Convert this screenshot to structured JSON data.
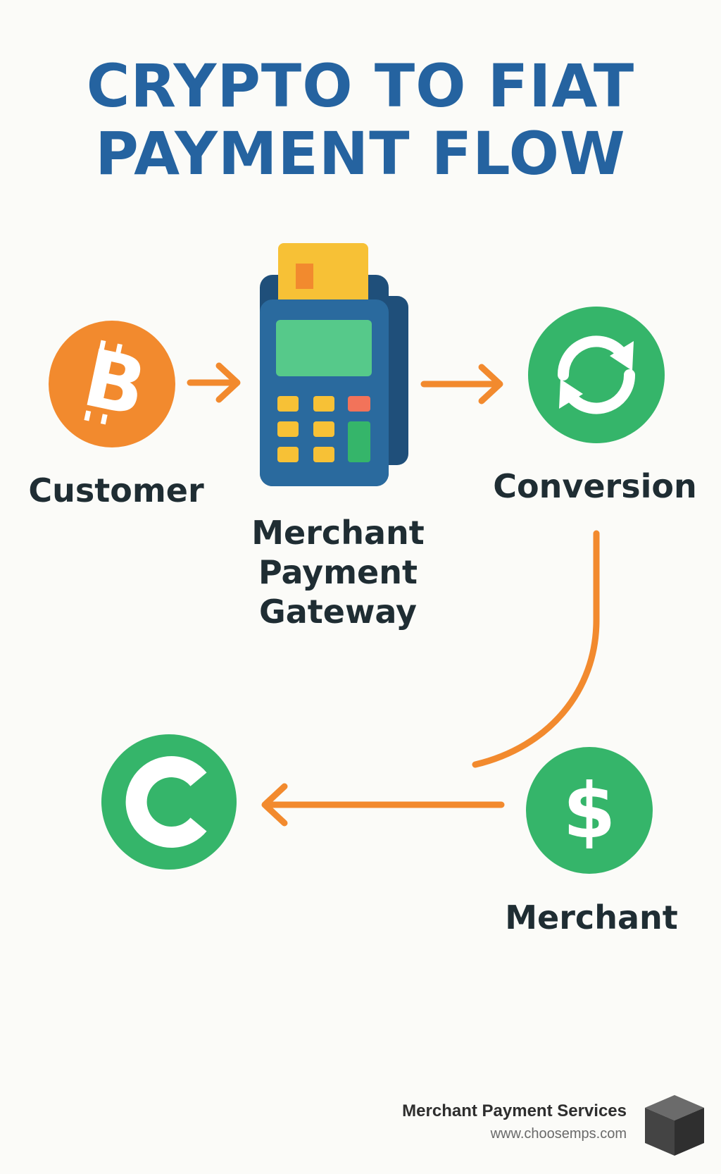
{
  "title": {
    "line1": "CRYPTO TO FIAT",
    "line2": "PAYMENT FLOW"
  },
  "nodes": {
    "customer": {
      "label": "Customer",
      "icon": "bitcoin-icon"
    },
    "gateway": {
      "label_lines": [
        "Merchant",
        "Payment",
        "Gateway"
      ],
      "icon": "payment-terminal-icon"
    },
    "conversion": {
      "label": "Conversion",
      "icon": "refresh-cycle-icon"
    },
    "merchant": {
      "label": "Merchant",
      "icon": "dollar-icon"
    },
    "fiat": {
      "icon": "c-letter-icon"
    }
  },
  "colors": {
    "title": "#2563a0",
    "arrow": "#f28a2e",
    "bitcoin": "#f28a2e",
    "green": "#35b56a",
    "terminal_body": "#2a6a9e",
    "terminal_screen": "#56c98a",
    "card": "#f7c136"
  },
  "branding": {
    "name": "Merchant Payment Services",
    "url": "www.choosemps.com",
    "logo_icon": "cube-icon"
  }
}
